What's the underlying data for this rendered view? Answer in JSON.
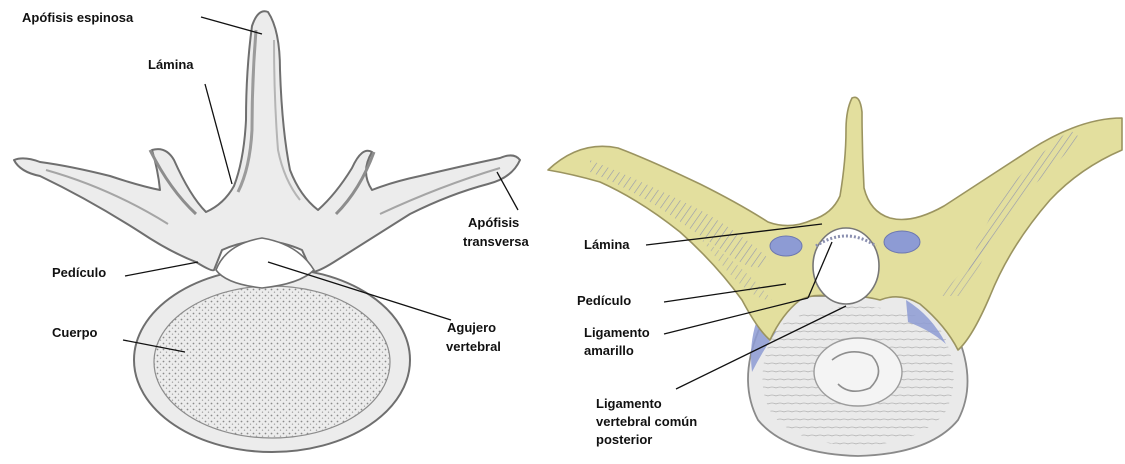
{
  "left_figure": {
    "labels": {
      "spinous": "Apófisis espinosa",
      "lamina": "Lámina",
      "transverse_1": "Apófisis",
      "transverse_2": "transversa",
      "pedicle": "Pedículo",
      "body": "Cuerpo",
      "foramen_1": "Agujero",
      "foramen_2": "vertebral"
    }
  },
  "right_figure": {
    "labels": {
      "lamina": "Lámina",
      "pedicle": "Pedículo",
      "flavum_1": "Ligamento",
      "flavum_2": "amarillo",
      "plig_1": "Ligamento",
      "plig_2": "vertebral común",
      "plig_3": "posterior"
    }
  },
  "colors": {
    "bone_gray": "#ececec",
    "bone_outline": "#6f6f6f",
    "bone_yellow": "#e3df9e",
    "ligament_blue": "#8d9bd4",
    "text": "#111111"
  }
}
